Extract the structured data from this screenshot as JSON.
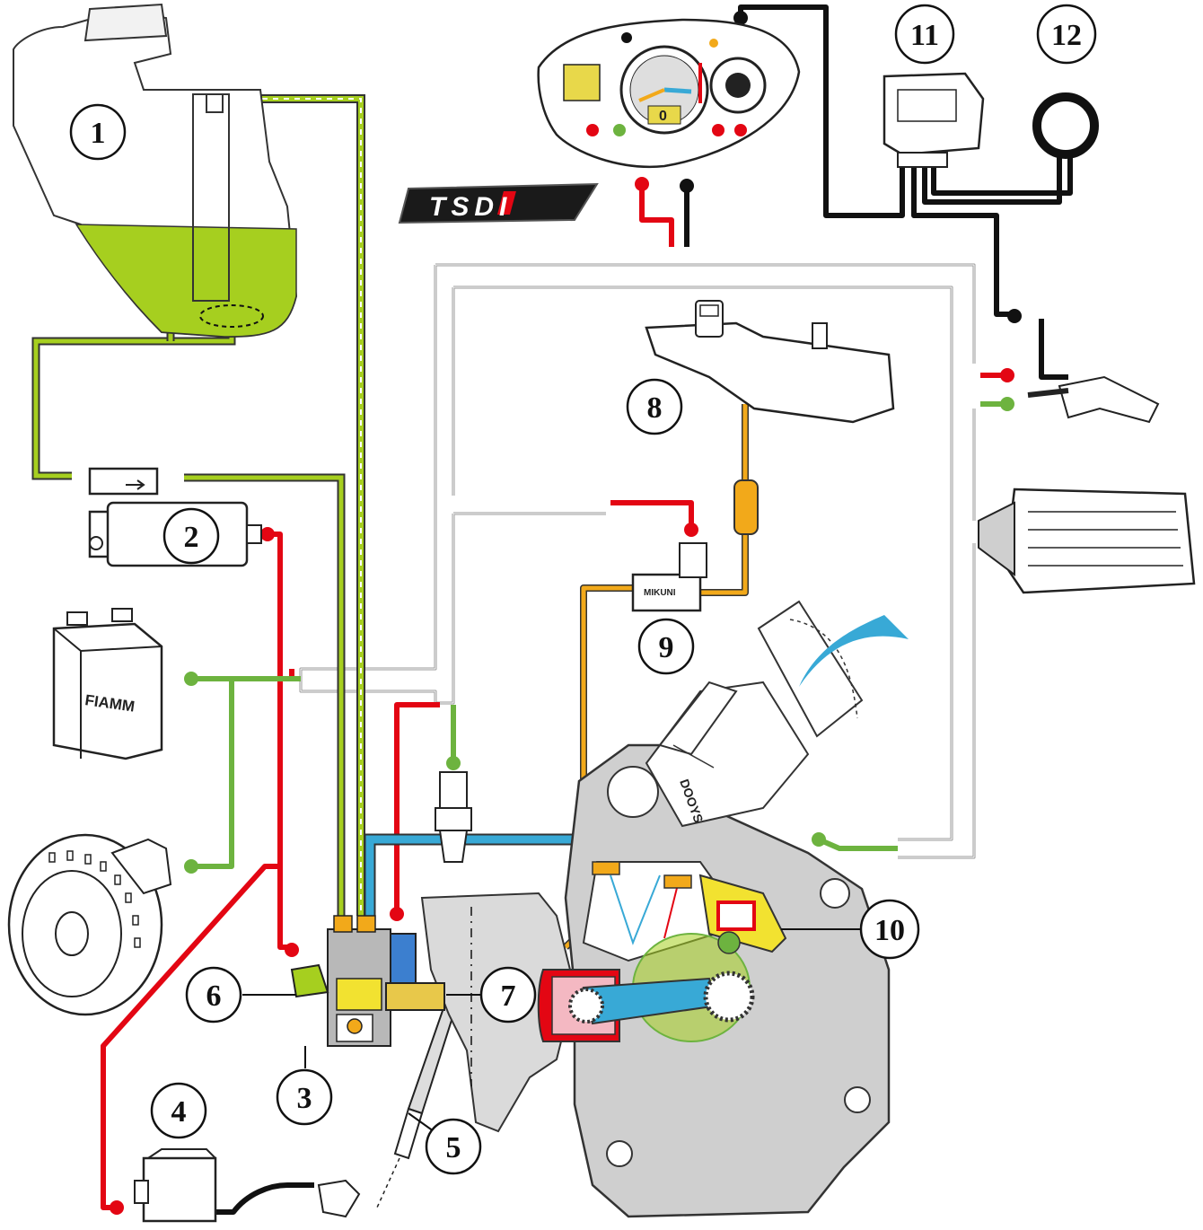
{
  "logo": {
    "text": "TSDI"
  },
  "colors": {
    "fuel": "#a6cf1f",
    "positive": "#e30613",
    "ground": "#6db33f",
    "signal": "#f2a91a",
    "black": "#111111",
    "coolant": "#38a9d6",
    "gray": "#cfcfcf"
  },
  "callouts": [
    "1",
    "2",
    "3",
    "4",
    "5",
    "6",
    "7",
    "8",
    "9",
    "10",
    "11",
    "12"
  ],
  "labels": {
    "battery_brand": "FIAMM",
    "ecu_brand": "MIKUNI",
    "throttle_brand": "DOOYS",
    "dash_lcd": "0"
  },
  "icons": [
    "fuel-tank-icon",
    "fuel-pump-icon",
    "battery-icon",
    "flywheel-icon",
    "ignition-coil-icon",
    "spark-plug-icon",
    "injector-icon",
    "dashboard-icon",
    "relay-icon",
    "buzzer-ring-icon",
    "key-switch-icon",
    "regulator-icon",
    "air-filter-icon",
    "mikuni-ecu-icon",
    "engine-block-icon"
  ]
}
